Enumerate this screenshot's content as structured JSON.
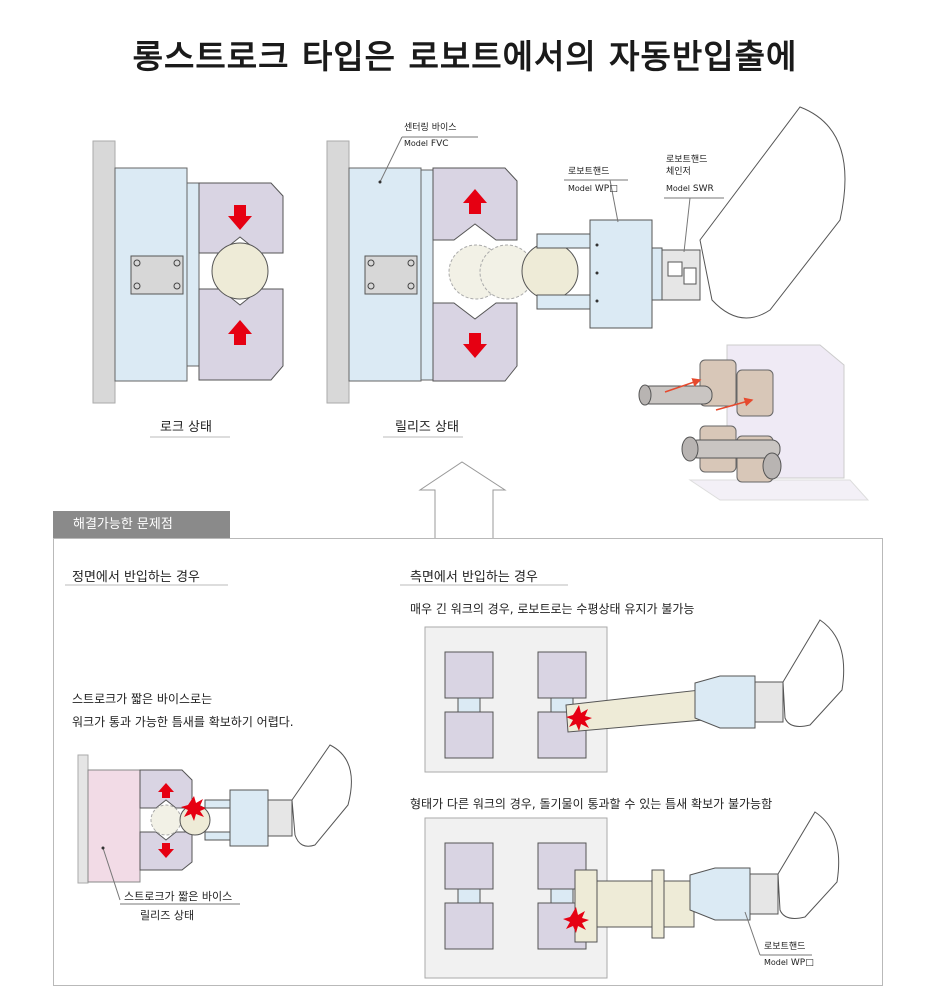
{
  "title": "롱스트로크 타입은 로보트에서의 자동반입출에",
  "top": {
    "lock_label": "로크 상태",
    "release_label": "릴리즈 상태",
    "vise_name": "센터링 바이스",
    "vise_model_prefix": "Model",
    "vise_model": "FVC",
    "hand_name": "로보트핸드",
    "hand_model_prefix": "Model",
    "hand_model": "WP□",
    "changer_name_1": "로보트핸드",
    "changer_name_2": "체인저",
    "changer_model_prefix": "Model",
    "changer_model": "SWR"
  },
  "panel": {
    "tab": "해결가능한 문제점",
    "front_heading": "정면에서 반입하는 경우",
    "front_note_1": "스트로크가 짧은 바이스로는",
    "front_note_2": "워크가 통과 가능한 틈새를 확보하기 어렵다.",
    "short_vise_1": "스트로크가 짧은 바이스",
    "short_vise_2": "릴리즈 상태",
    "side_heading": "측면에서 반입하는 경우",
    "side_note_1": "매우 긴 워크의 경우, 로보트로는 수평상태 유지가 불가능",
    "side_note_2": "형태가 다른 워크의 경우, 돌기물이 통과할 수 있는 틈새 확보가 불가능함",
    "hand_name": "로보트핸드",
    "hand_model_prefix": "Model",
    "hand_model": "WP□"
  },
  "colors": {
    "vise_body": "#dbeaf4",
    "jaw": "#d9d4e3",
    "work": "#eeebd7",
    "arrow": "#e60012",
    "short_vise": "#f2dbe6"
  },
  "icons": [
    "up-arrow-icon",
    "down-arrow-icon",
    "collision-burst-icon",
    "hollow-up-arrow-icon"
  ]
}
